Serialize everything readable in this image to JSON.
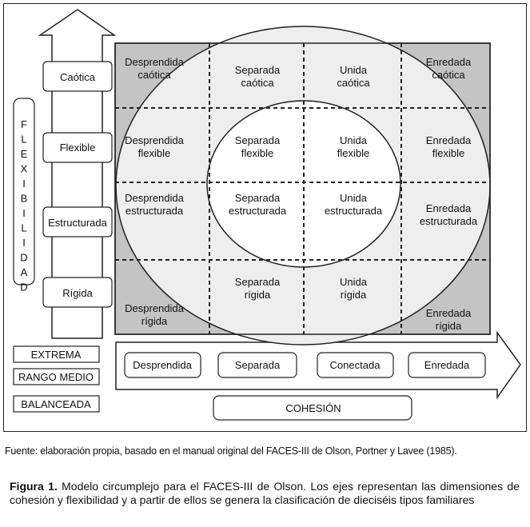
{
  "flexibility_axis": {
    "title": "FLEXIBILIDAD",
    "levels": [
      "Caótica",
      "Flexible",
      "Estructurada",
      "Rígida"
    ]
  },
  "cohesion_axis": {
    "title": "COHESIÓN",
    "levels": [
      "Desprendida",
      "Separada",
      "Conectada",
      "Enredada"
    ]
  },
  "legend": [
    "EXTREMA",
    "RANGO MEDIO",
    "BALANCEADA"
  ],
  "grid": [
    [
      [
        "Desprendida",
        "caótica"
      ],
      [
        "Separada",
        "caótica"
      ],
      [
        "Unida",
        "caótica"
      ],
      [
        "Enredada",
        "caótica"
      ]
    ],
    [
      [
        "Desprendida",
        "flexible"
      ],
      [
        "Separada",
        "flexible"
      ],
      [
        "Unida",
        "flexible"
      ],
      [
        "Enredada",
        "flexible"
      ]
    ],
    [
      [
        "Desprendida",
        "estructurada"
      ],
      [
        "Separada",
        "estructurada"
      ],
      [
        "Unida",
        "estructurada"
      ],
      [
        "Enredada",
        "estructurada"
      ]
    ],
    [
      [
        "Desprendida",
        "rígida"
      ],
      [
        "Separada",
        "rígida"
      ],
      [
        "Unida",
        "rígida"
      ],
      [
        "Enredada",
        "rígida"
      ]
    ]
  ],
  "colors": {
    "extreme": "#c4c4c4",
    "mid_range": "#eeeeee",
    "balanced": "#ffffff",
    "stroke": "#222222"
  },
  "source_note": "Fuente: elaboración propia, basado en el manual original del FACES-III de Olson, Portner y Lavee (1985).",
  "caption": {
    "label": "Figura 1.",
    "text": " Modelo circumplejo para el FACES-III de Olson. Los ejes representan las dimensiones de cohesión y flexibilidad y a partir de ellos se genera la clasificación de dieciséis tipos familiares"
  }
}
